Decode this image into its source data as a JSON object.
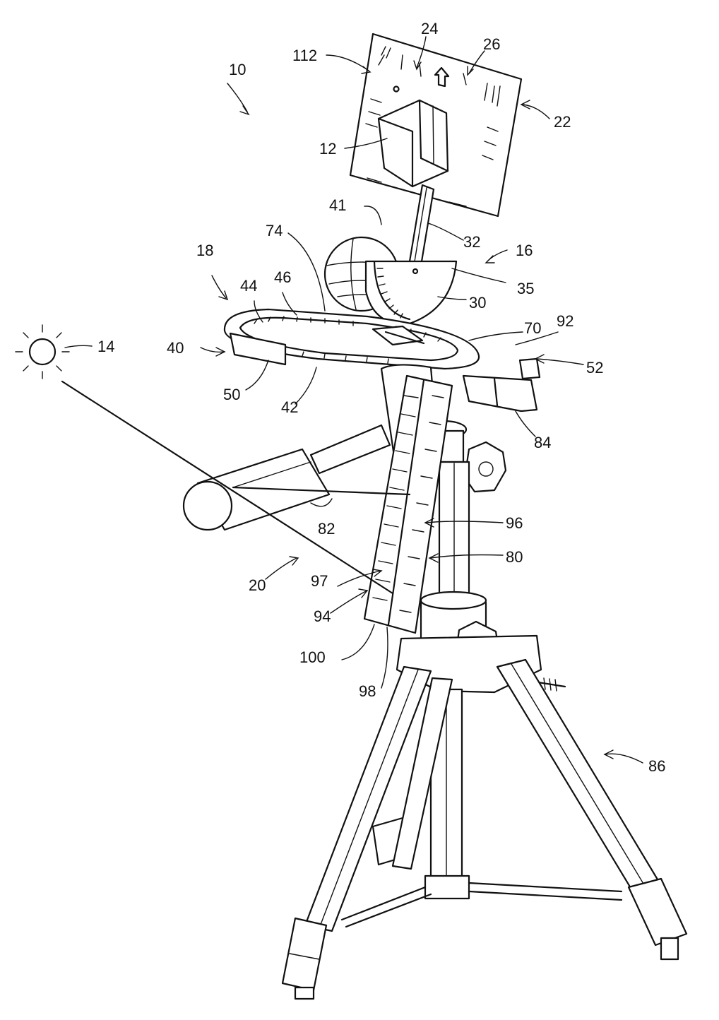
{
  "labels": {
    "l10": "10",
    "l112": "112",
    "l24": "24",
    "l26": "26",
    "l22": "22",
    "l12": "12",
    "l41": "41",
    "l74": "74",
    "l32": "32",
    "l16": "16",
    "l18": "18",
    "l44": "44",
    "l46": "46",
    "l35": "35",
    "l30": "30",
    "l14": "14",
    "l40": "40",
    "l70": "70",
    "l92": "92",
    "l52": "52",
    "l50": "50",
    "l42": "42",
    "l84": "84",
    "l96": "96",
    "l82": "82",
    "l80": "80",
    "l20": "20",
    "l97": "97",
    "l94": "94",
    "l100": "100",
    "l98": "98",
    "l86": "86"
  }
}
